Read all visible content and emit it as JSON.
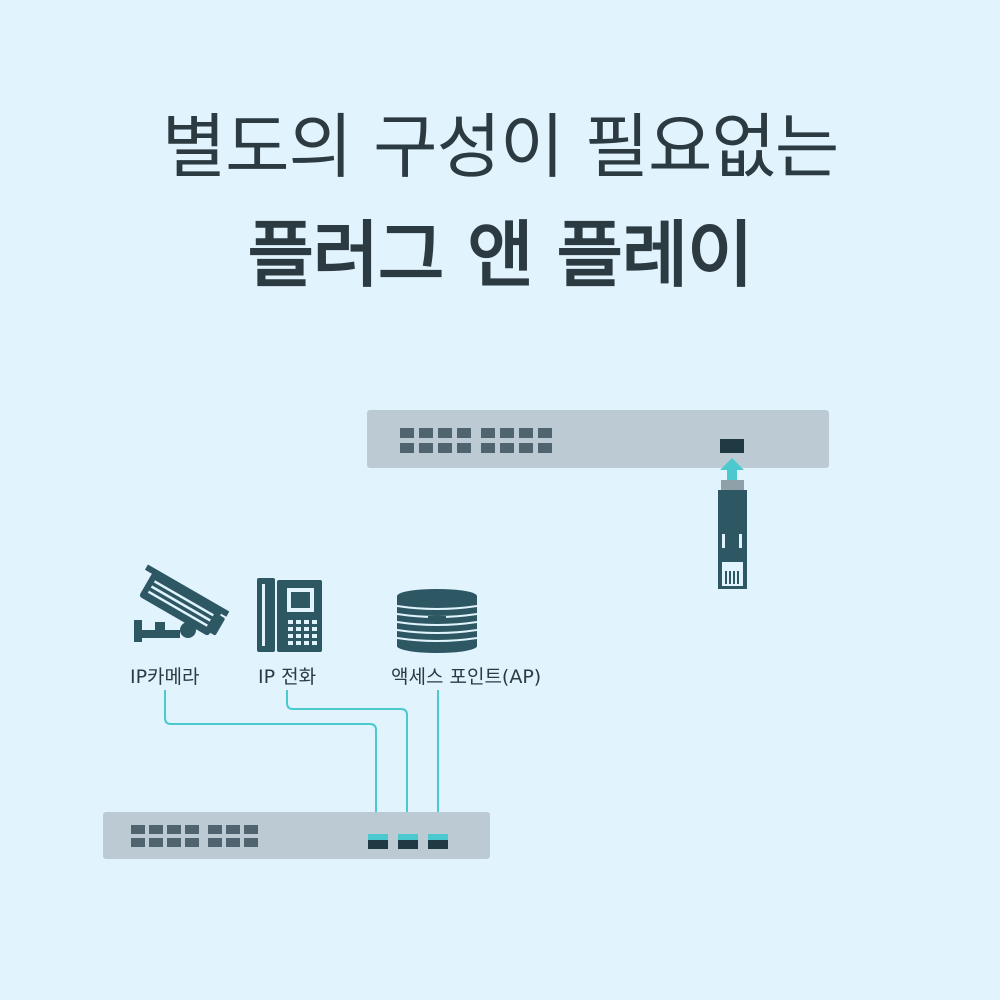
{
  "title": {
    "line1": "별도의 구성이 필요없는",
    "line2": "플러그 앤 플레이"
  },
  "devices": {
    "camera": {
      "label": "IP카메라",
      "icon": "ip-camera-icon"
    },
    "phone": {
      "label": "IP 전화",
      "icon": "ip-phone-icon"
    },
    "ap": {
      "label": "액세스 포인트(AP)",
      "icon": "access-point-icon"
    }
  },
  "colors": {
    "background": "#e1f3fd",
    "switch_body": "#bccbd3",
    "port": "#4f646e",
    "device": "#2c5763",
    "cable": "#4cc9cf",
    "text": "#2c3a42"
  }
}
